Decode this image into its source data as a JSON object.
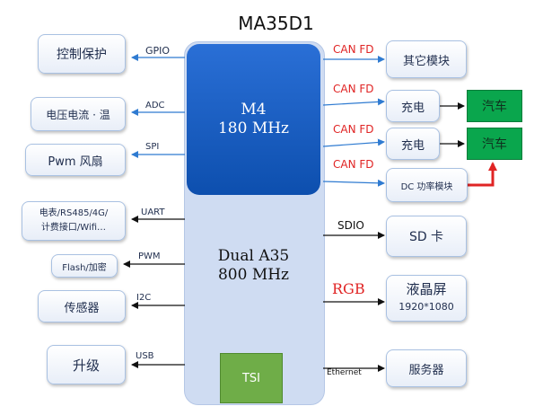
{
  "title": "MA35D1",
  "chip": {
    "m4_name": "M4",
    "m4_freq": "180 MHz",
    "a35_name": "Dual A35",
    "a35_freq": "800 MHz",
    "tsi": "TSI"
  },
  "left": {
    "ctrl": "控制保护",
    "volt": "电压电流 · 温",
    "pwm_fan": "Pwm 风扇",
    "meter_line1": "电表/RS485/4G/",
    "meter_line2": "计费接口/Wifi…",
    "flash": "Flash/加密",
    "sensor": "传感器",
    "upgrade": "升级"
  },
  "left_labels": {
    "gpio": "GPIO",
    "adc": "ADC",
    "spi": "SPI",
    "uart": "UART",
    "pwm": "PWM",
    "i2c": "I2C",
    "usb": "USB"
  },
  "right": {
    "other": "其它模块",
    "charge1": "充电",
    "charge2": "充电",
    "dc": "DC 功率模块",
    "car1": "汽车",
    "car2": "汽车",
    "sd": "SD 卡",
    "lcd_line1": "液晶屏",
    "lcd_line2": "1920*1080",
    "server": "服务器"
  },
  "right_labels": {
    "can1": "CAN FD",
    "can2": "CAN FD",
    "can3": "CAN FD",
    "can4": "CAN FD",
    "sdio": "SDIO",
    "rgb": "RGB",
    "ethernet": "Ethernet"
  },
  "colors": {
    "m4": "#1a5fc4",
    "chip": "#cfdcf2",
    "tsi": "#6fad48",
    "car": "#0aa64d",
    "can_text": "#e02424",
    "arrow_blue": "#2f7bd1",
    "arrow_red": "#e02424"
  }
}
